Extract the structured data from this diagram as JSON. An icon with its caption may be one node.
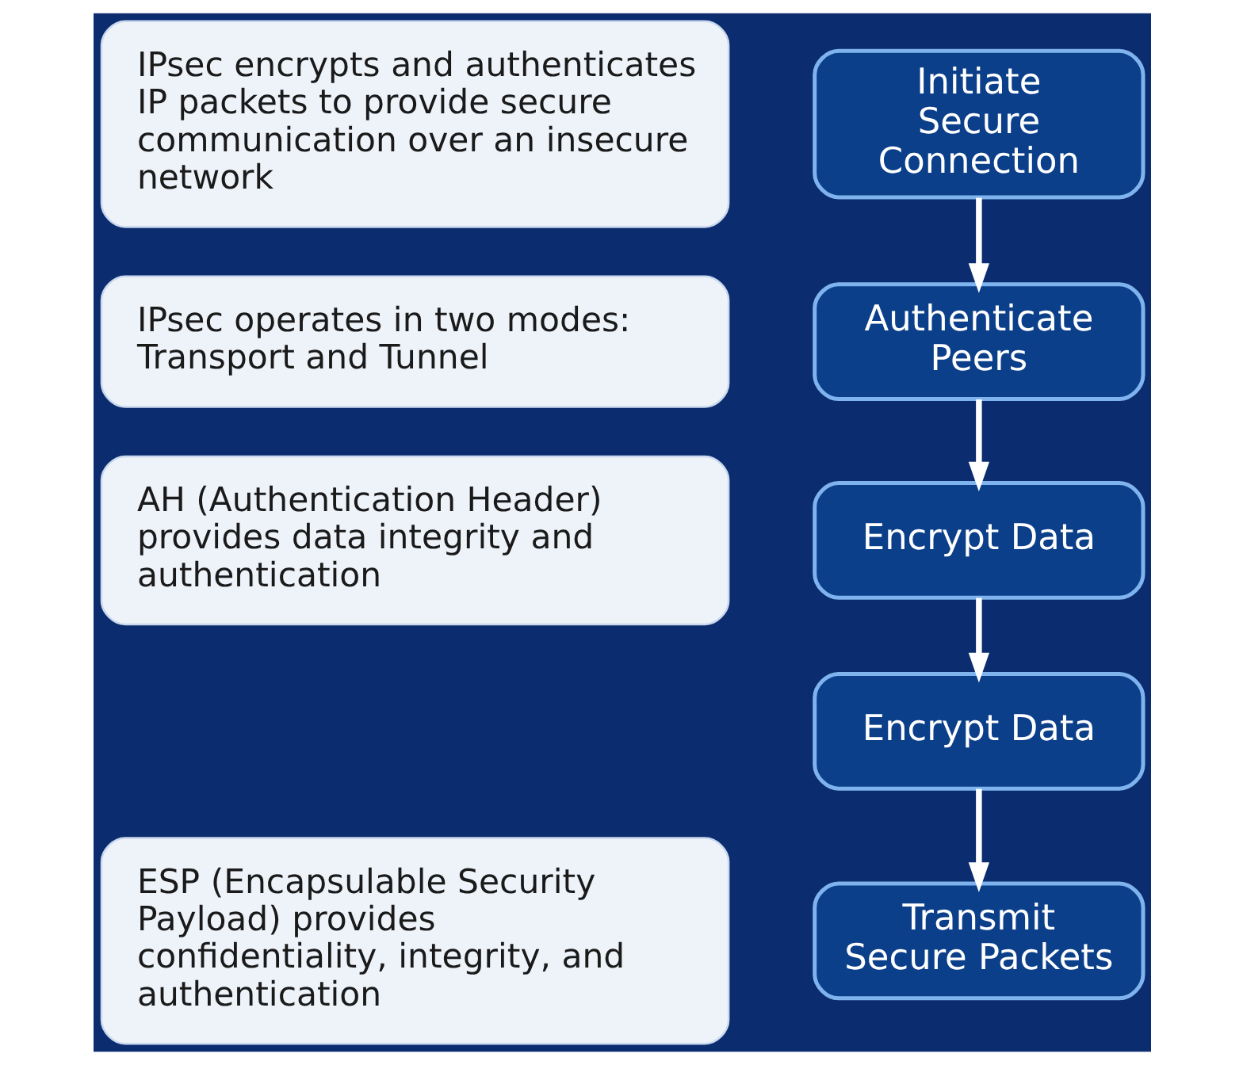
{
  "diagram": {
    "nodes": [
      {
        "text": [
          "IPsec encrypts and authenticates IP packets to provide secure communication over an insecure network"
        ]
      },
      {
        "text": [
          "IPsec operates in two modes: Transport and Tunnel"
        ]
      },
      {
        "text": [
          "AH (Authentication Header) provides data integrity and authentication"
        ]
      },
      {
        "text": [
          "ESP (Encapsulable Security Payload) provides confidentiality, integrity, and authentication"
        ]
      },
      {
        "text": [
          "Initiate Secure Connection"
        ]
      },
      {
        "text": [
          "Authenticate Peers"
        ]
      },
      {
        "text": [
          "Encrypt Data"
        ]
      },
      {
        "text": [
          "Encrypt Data"
        ]
      },
      {
        "text": [
          "Transmit Secure Packets"
        ]
      }
    ],
    "edges": [
      {
        "from": 4,
        "to": 5,
        "arrow": "to"
      },
      {
        "from": 5,
        "to": 6,
        "arrow": "to"
      },
      {
        "from": 6,
        "to": 7,
        "arrow": "to"
      },
      {
        "from": 7,
        "to": 8,
        "arrow": "to"
      }
    ]
  }
}
